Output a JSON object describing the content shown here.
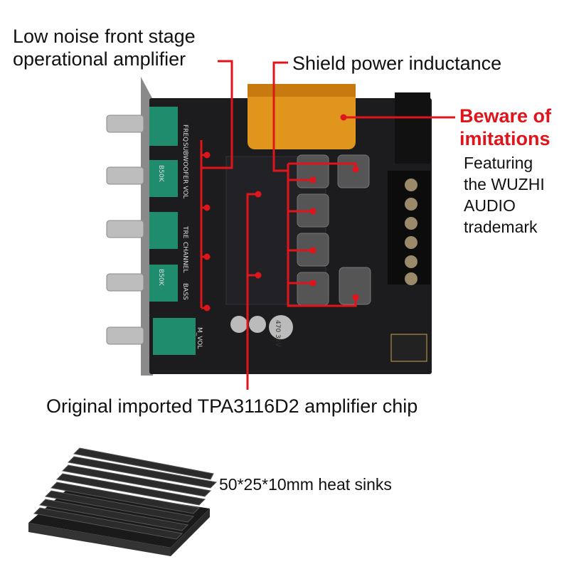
{
  "annotations": {
    "opamp_line1": "Low noise front stage",
    "opamp_line2": "operational amplifier",
    "inductance": "Shield power inductance",
    "beware_line1": "Beware of",
    "beware_line2": "imitations",
    "trademark_line1": "Featuring",
    "trademark_line2": "the WUZHI",
    "trademark_line3": "AUDIO",
    "trademark_line4": "trademark",
    "chip": "Original imported TPA3116D2 amplifier chip",
    "heatsink": "50*25*10mm heat sinks"
  },
  "board_labels": {
    "freq": "FREQ",
    "subwoofer_vol": "SUBWOOFER VOL",
    "tre": "TRE",
    "channel": "CHANNEL",
    "bass": "BASS",
    "m_vol": "M_VOL",
    "pot1": "B50K",
    "pot2": "B50K",
    "cap_small": "470 35V"
  },
  "colors": {
    "accent_red": "#e0141b",
    "board": "#1c1c1e",
    "pot_green": "#1f8c6e",
    "capacitor_orange": "#e0961c"
  }
}
